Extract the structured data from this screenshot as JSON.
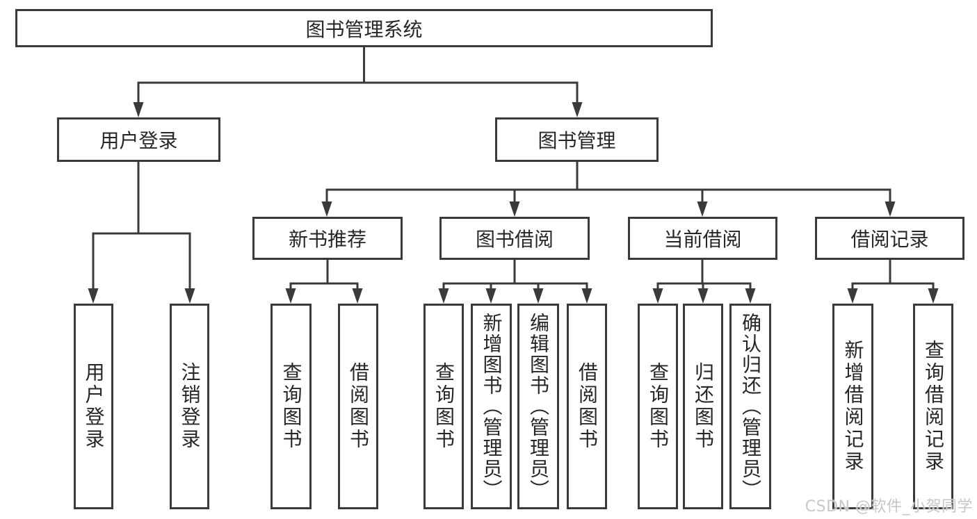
{
  "tree": {
    "root": {
      "label": "图书管理系统",
      "children": [
        {
          "label": "用户登录",
          "children": [
            {
              "label": "用户登录"
            },
            {
              "label": "注销登录"
            }
          ]
        },
        {
          "label": "图书管理",
          "children": [
            {
              "label": "新书推荐",
              "children": [
                {
                  "label": "查询图书"
                },
                {
                  "label": "借阅图书"
                }
              ]
            },
            {
              "label": "图书借阅",
              "children": [
                {
                  "label": "查询图书"
                },
                {
                  "label": "新增图书（管理员）"
                },
                {
                  "label": "编辑图书（管理员）"
                },
                {
                  "label": "借阅图书"
                }
              ]
            },
            {
              "label": "当前借阅",
              "children": [
                {
                  "label": "查询图书"
                },
                {
                  "label": "归还图书"
                },
                {
                  "label": "确认归还（管理员）"
                }
              ]
            },
            {
              "label": "借阅记录",
              "children": [
                {
                  "label": "新增借阅记录"
                },
                {
                  "label": "查询借阅记录"
                }
              ]
            }
          ]
        }
      ]
    }
  },
  "watermark": {
    "text": "CSDN @软件_小贺同学"
  },
  "colors": {
    "line": "#3a3a3a",
    "text": "#262626",
    "watermark": "#c7c7c7",
    "background": "#ffffff"
  }
}
